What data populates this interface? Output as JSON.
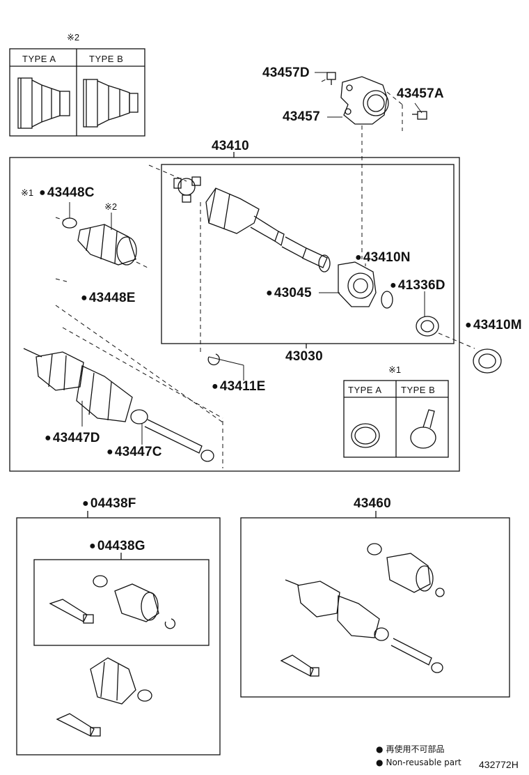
{
  "diagram": {
    "boot_types_header": {
      "mark": "※2",
      "type_a": "TYPE A",
      "type_b": "TYPE B"
    },
    "clamp_types_header": {
      "mark": "※1",
      "type_a": "TYPE A",
      "type_b": "TYPE B"
    },
    "parts": {
      "p43457D": "43457D",
      "p43457A": "43457A",
      "p43457": "43457",
      "p43410": "43410",
      "p43448C": "43448C",
      "p43448C_mark": "※1",
      "p43448E_mark": "※2",
      "p43448E": "43448E",
      "p43410N": "43410N",
      "p43045": "43045",
      "p41336D": "41336D",
      "p43410M": "43410M",
      "p43030": "43030",
      "p43411E": "43411E",
      "p43447D": "43447D",
      "p43447C": "43447C",
      "p04438F": "04438F",
      "p04438G": "04438G",
      "p43460": "43460"
    },
    "legend": {
      "line1": "再使用不可部品",
      "line2": "Non-reusable part"
    },
    "figure_code": "432772H"
  }
}
